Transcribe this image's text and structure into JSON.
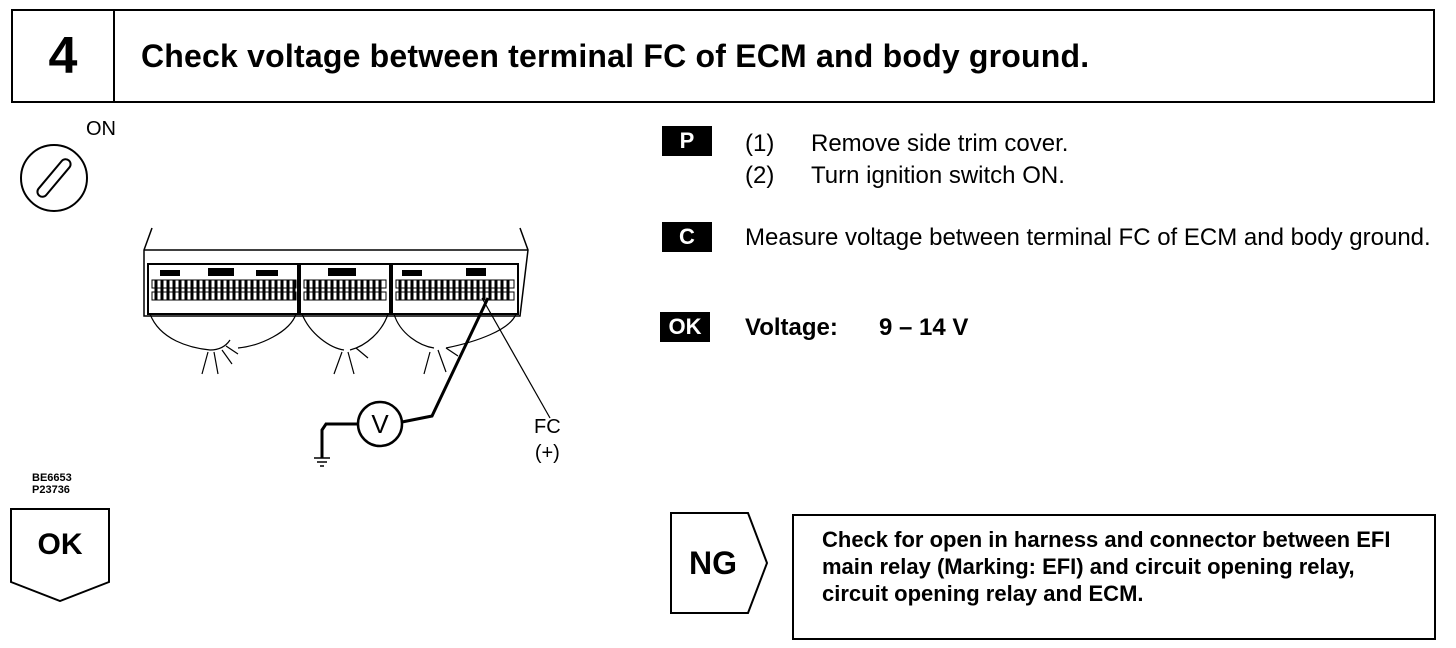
{
  "header": {
    "step_number": "4",
    "title": "Check voltage between terminal FC of ECM and body ground."
  },
  "ignition": {
    "label": "ON",
    "icon": "ignition-switch-icon"
  },
  "diagram": {
    "terminal_label": "FC",
    "terminal_polarity": "(+)",
    "meter_symbol": "V"
  },
  "figure_codes": {
    "code1": "BE6653",
    "code2": "P23736"
  },
  "instructions": {
    "prep_badge": "P",
    "prep_steps": [
      {
        "num": "(1)",
        "text": "Remove side trim cover."
      },
      {
        "num": "(2)",
        "text": "Turn ignition switch ON."
      }
    ],
    "check_badge": "C",
    "check_text": "Measure voltage between terminal FC of ECM and body ground.",
    "ok_badge": "OK",
    "ok_label": "Voltage:",
    "ok_value": "9 – 14 V"
  },
  "results": {
    "ok_label": "OK",
    "ng_label": "NG",
    "ng_action": "Check for open in harness and connector between EFI main relay (Marking:   EFI) and circuit opening relay, circuit opening relay and ECM."
  }
}
